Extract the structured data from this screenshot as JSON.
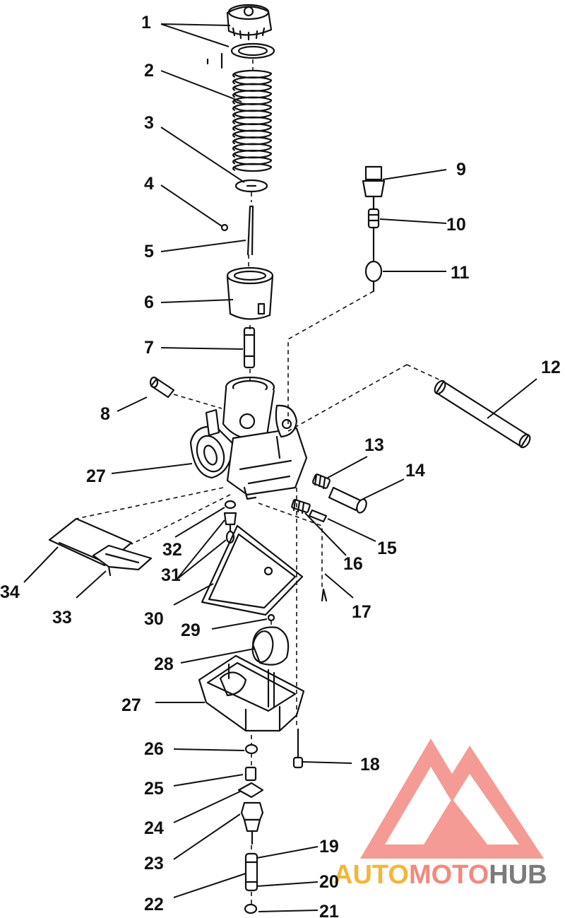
{
  "diagram": {
    "callouts": {
      "c1": "1",
      "c2": "2",
      "c3": "3",
      "c4": "4",
      "c5": "5",
      "c6": "6",
      "c7": "7",
      "c8": "8",
      "c9": "9",
      "c10": "10",
      "c11": "11",
      "c12": "12",
      "c13": "13",
      "c14": "14",
      "c15": "15",
      "c16": "16",
      "c17": "17",
      "c18": "18",
      "c19": "19",
      "c20": "20",
      "c21": "21",
      "c22": "22",
      "c23": "23",
      "c24": "24",
      "c25": "25",
      "c26": "26",
      "c27a": "27",
      "c27b": "27",
      "c28": "28",
      "c29": "29",
      "c30": "30",
      "c31": "31",
      "c32": "32",
      "c33": "33",
      "c34": "34"
    }
  },
  "watermark": {
    "part1": "AUTO",
    "part2": "MOTO",
    "part3": "HUB",
    "colors": {
      "auto": "#f2b73a",
      "moto": "#f08a80",
      "hub": "#7a7a7a",
      "logo": "#f28a82"
    }
  }
}
